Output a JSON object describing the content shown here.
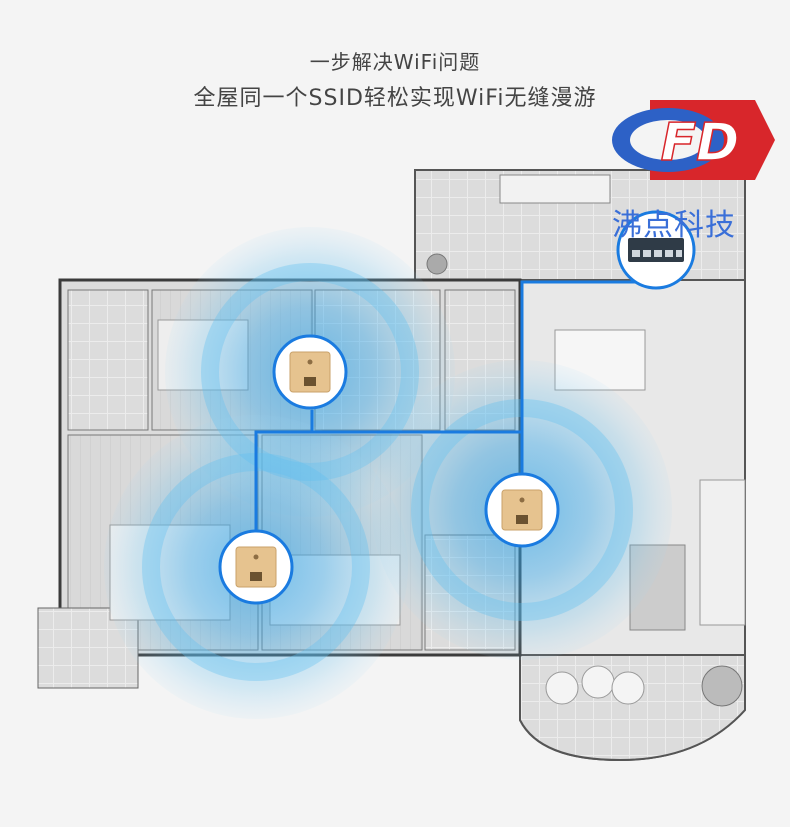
{
  "headline": {
    "line1": "一步解决WiFi问题",
    "line2": "全屋同一个SSID轻松实现WiFi无缝漫游"
  },
  "brand": {
    "logo_letters": "FD",
    "name": "沸点科技"
  },
  "colors": {
    "cable": "#1a7be0",
    "signal": "#2aa0e6",
    "panel_gold": "#e6c38f",
    "logo_red": "#d8262b",
    "logo_blue": "#2d61c6",
    "wall": "#3b3b3b"
  },
  "icons": [
    "ethernet-switch-icon",
    "wall-ap-panel-icon",
    "fd-logo-icon"
  ]
}
